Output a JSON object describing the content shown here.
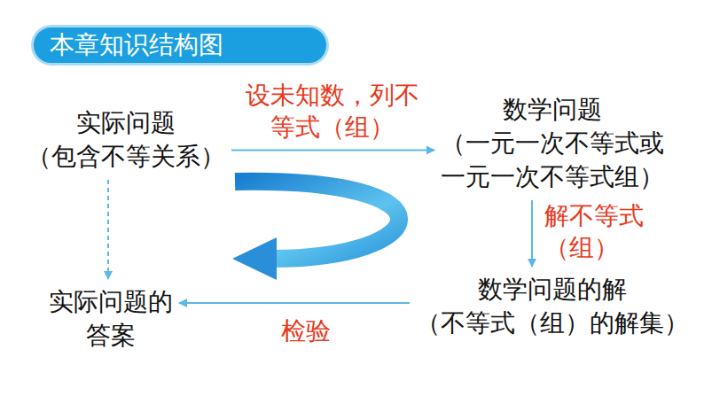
{
  "diagram": {
    "title": "本章知识结构图",
    "nodes": [
      {
        "text": [
          "实际问题",
          "（包含不等关系）"
        ]
      },
      {
        "text": [
          "数学问题",
          "（一元一次不等式或 一元一次不等式组）"
        ]
      },
      {
        "text": [
          "数学问题的解",
          "（不等式（组）的解集）"
        ]
      },
      {
        "text": [
          "实际问题的 答案"
        ]
      }
    ],
    "edges": [
      {
        "from": 0,
        "to": 1,
        "label": "设未知数，列不等式（组）",
        "arrow": "to"
      },
      {
        "from": 1,
        "to": 2,
        "label": "解不等式（组）",
        "arrow": "to"
      },
      {
        "from": 2,
        "to": 3,
        "label": "检验",
        "arrow": "to"
      },
      {
        "from": 0,
        "to": 3,
        "arrow": "to"
      }
    ]
  }
}
